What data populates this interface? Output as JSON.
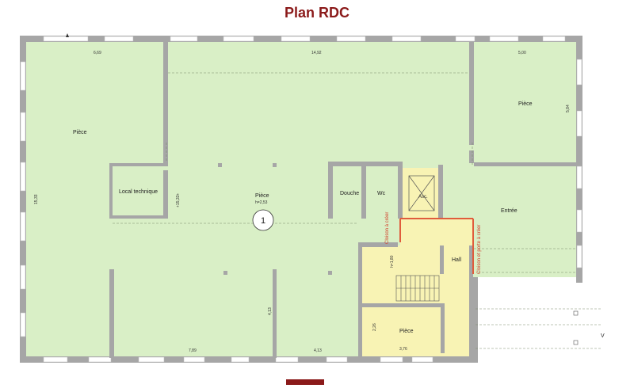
{
  "title": "Plan RDC",
  "colors": {
    "room": "#d9efc6",
    "hall": "#f8f3b4",
    "wall": "#a6a6a6",
    "partition_new": "#e05c3c",
    "title": "#8b1a1a",
    "scale_bar": "#8b1a1a"
  },
  "rooms": {
    "piece_west": "Pièce",
    "local_technique": "Local technique",
    "piece_center": "Pièce",
    "piece_center_height": "h=2,53",
    "piece_ne": "Pièce",
    "douche": "Douche",
    "wc": "Wc",
    "asc": "Asc.",
    "entree": "Entrée",
    "hall": "Hall",
    "piece_south": "Pièce"
  },
  "marker": "1",
  "annotations": {
    "cloison_a_creer": "Cloison à créer",
    "cloison_et_porte": "Cloison et porte à créer"
  },
  "dimensions": {
    "top_left": "6,69",
    "top_center": "14,92",
    "top_right": "5,00",
    "left": "15,33",
    "center_vertical": "+15,33+",
    "right_ne": "5,84",
    "bottom_left": "7,89",
    "bottom_center": "4,13",
    "inner_vertical": "4,13",
    "hall_small": "h=1,80",
    "piece_height": "2,26",
    "piece_width": "3,76"
  },
  "edge_text": "V"
}
